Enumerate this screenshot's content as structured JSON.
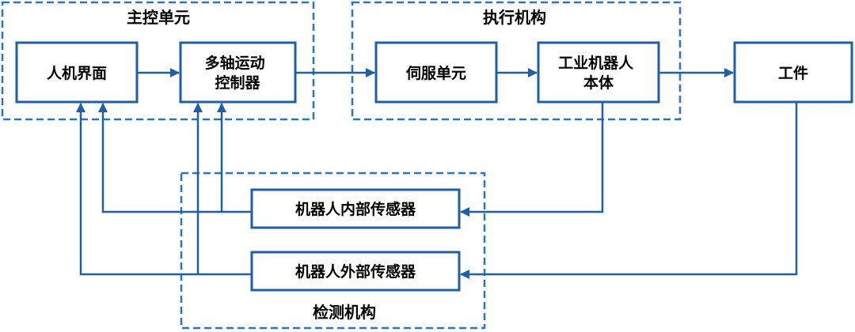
{
  "groups": {
    "main_control": {
      "title": "主控单元"
    },
    "execution": {
      "title": "执行机构"
    },
    "detection": {
      "title": "检测机构"
    }
  },
  "nodes": {
    "hmi": {
      "lines": [
        "人机界面"
      ]
    },
    "motion_controller": {
      "lines": [
        "多轴运动",
        "控制器"
      ]
    },
    "servo_unit": {
      "lines": [
        "伺服单元"
      ]
    },
    "robot_body": {
      "lines": [
        "工业机器人",
        "本体"
      ]
    },
    "workpiece": {
      "lines": [
        "工件"
      ]
    },
    "internal_sensor": {
      "lines": [
        "机器人内部传感器"
      ]
    },
    "external_sensor": {
      "lines": [
        "机器人外部传感器"
      ]
    }
  },
  "connections": [
    {
      "from": "hmi",
      "to": "motion_controller"
    },
    {
      "from": "motion_controller",
      "to": "servo_unit"
    },
    {
      "from": "servo_unit",
      "to": "robot_body"
    },
    {
      "from": "robot_body",
      "to": "workpiece"
    },
    {
      "from": "robot_body",
      "to": "internal_sensor"
    },
    {
      "from": "workpiece",
      "to": "external_sensor"
    },
    {
      "from": "internal_sensor",
      "to": "hmi"
    },
    {
      "from": "internal_sensor",
      "to": "motion_controller"
    },
    {
      "from": "external_sensor",
      "to": "hmi"
    },
    {
      "from": "external_sensor",
      "to": "motion_controller"
    }
  ],
  "colors": {
    "frame": "#2e75b6",
    "line": "#1f5fa6",
    "text": "#000000",
    "background": "#ffffff"
  }
}
